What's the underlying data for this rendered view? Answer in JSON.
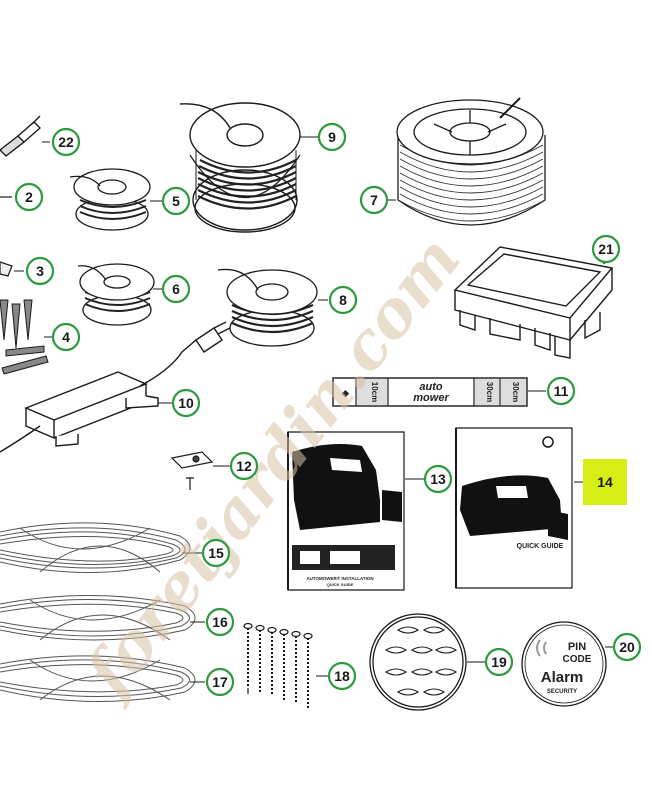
{
  "diagram": {
    "callouts": [
      {
        "id": "22",
        "label": "22",
        "highlighted": false
      },
      {
        "id": "9",
        "label": "9",
        "highlighted": false
      },
      {
        "id": "2",
        "label": "2",
        "highlighted": false
      },
      {
        "id": "5",
        "label": "5",
        "highlighted": false
      },
      {
        "id": "7",
        "label": "7",
        "highlighted": false
      },
      {
        "id": "21",
        "label": "21",
        "highlighted": false
      },
      {
        "id": "3",
        "label": "3",
        "highlighted": false
      },
      {
        "id": "6",
        "label": "6",
        "highlighted": false
      },
      {
        "id": "8",
        "label": "8",
        "highlighted": false
      },
      {
        "id": "4",
        "label": "4",
        "highlighted": false
      },
      {
        "id": "11",
        "label": "11",
        "highlighted": false
      },
      {
        "id": "10",
        "label": "10",
        "highlighted": false
      },
      {
        "id": "12",
        "label": "12",
        "highlighted": false
      },
      {
        "id": "13",
        "label": "13",
        "highlighted": false
      },
      {
        "id": "14",
        "label": "14",
        "highlighted": true
      },
      {
        "id": "15",
        "label": "15",
        "highlighted": false
      },
      {
        "id": "16",
        "label": "16",
        "highlighted": false
      },
      {
        "id": "17",
        "label": "17",
        "highlighted": false
      },
      {
        "id": "18",
        "label": "18",
        "highlighted": false
      },
      {
        "id": "19",
        "label": "19",
        "highlighted": false
      },
      {
        "id": "20",
        "label": "20",
        "highlighted": false
      }
    ],
    "ruler_text": {
      "auto": "auto",
      "mower": "mower",
      "left_mark": "10cm",
      "mid_mark": "30cm",
      "right_mark": "30cm"
    },
    "manual_13": {
      "line1": "AUTOMOWER® INSTALLATION",
      "line2": "QUICK GUIDE"
    },
    "manual_14": {
      "title": "QUICK GUIDE"
    },
    "sticker_20": {
      "line1": "PIN",
      "line2": "CODE",
      "line3": "Alarm",
      "line4": "SECURITY"
    },
    "watermark": "foretjardin.com",
    "colors": {
      "callout_ring": "#2e9a3e",
      "highlight_fill": "#d6ee16",
      "line": "#1a1a1a",
      "watermark": "#c8b49a",
      "watermark_green": "#cfe8a0"
    }
  }
}
